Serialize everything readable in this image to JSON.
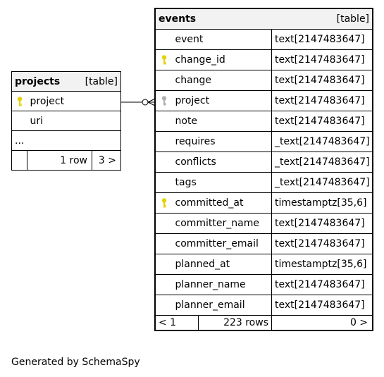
{
  "projects": {
    "name": "projects",
    "kind": "[table]",
    "columns": [
      {
        "name": "project",
        "key": "primary"
      },
      {
        "name": "uri",
        "key": "none"
      }
    ],
    "more": "...",
    "rows": "1 row",
    "children": "3 >"
  },
  "events": {
    "name": "events",
    "kind": "[table]",
    "columns": [
      {
        "name": "event",
        "type": "text[2147483647]",
        "key": "none"
      },
      {
        "name": "change_id",
        "type": "text[2147483647]",
        "key": "primary"
      },
      {
        "name": "change",
        "type": "text[2147483647]",
        "key": "none"
      },
      {
        "name": "project",
        "type": "text[2147483647]",
        "key": "foreign"
      },
      {
        "name": "note",
        "type": "text[2147483647]",
        "key": "none"
      },
      {
        "name": "requires",
        "type": "_text[2147483647]",
        "key": "none"
      },
      {
        "name": "conflicts",
        "type": "_text[2147483647]",
        "key": "none"
      },
      {
        "name": "tags",
        "type": "_text[2147483647]",
        "key": "none"
      },
      {
        "name": "committed_at",
        "type": "timestamptz[35,6]",
        "key": "primary"
      },
      {
        "name": "committer_name",
        "type": "text[2147483647]",
        "key": "none"
      },
      {
        "name": "committer_email",
        "type": "text[2147483647]",
        "key": "none"
      },
      {
        "name": "planned_at",
        "type": "timestamptz[35,6]",
        "key": "none"
      },
      {
        "name": "planner_name",
        "type": "text[2147483647]",
        "key": "none"
      },
      {
        "name": "planner_email",
        "type": "text[2147483647]",
        "key": "none"
      }
    ],
    "parents": "< 1",
    "rows": "223 rows",
    "children": "0 >"
  },
  "colors": {
    "primary_key": "#e6d200",
    "foreign_key": "#b0b0b0"
  },
  "footer": "Generated by SchemaSpy"
}
